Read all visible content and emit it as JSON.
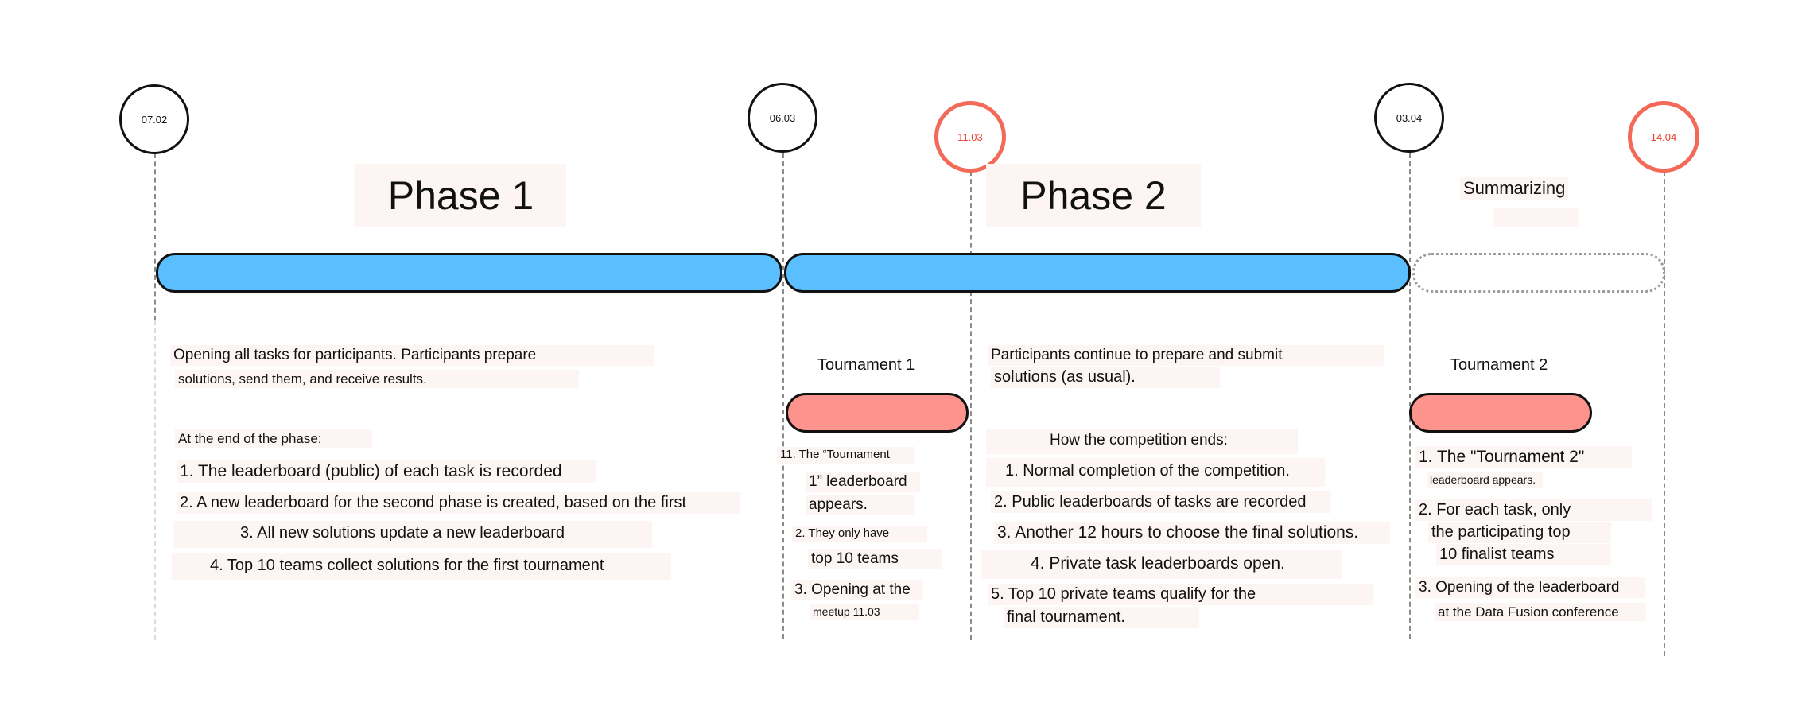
{
  "milestones": {
    "d0702": "07.02",
    "d0603": "06.03",
    "d1103": "11.03",
    "d0304": "03.04",
    "d1404": "14.04"
  },
  "phases": {
    "phase1_title": "Phase 1",
    "phase2_title": "Phase 2",
    "summarizing_title": "Summarizing"
  },
  "phase1": {
    "intro_line1": "Opening all tasks for participants. Participants prepare",
    "intro_line2": "solutions, send them, and receive results.",
    "end_heading": "At the end of the phase:",
    "items": [
      "1. The leaderboard (public) of each task is recorded",
      "2. A new leaderboard for the second phase is created, based on the first",
      "3. All new solutions update a new leaderboard",
      "4. Top 10 teams collect solutions for the first tournament"
    ]
  },
  "tournament1": {
    "title": "Tournament 1",
    "item1_line1": "11. The “Tournament",
    "item1_line2": "1” leaderboard",
    "item1_line3": "appears.",
    "item2_line1": "2. They only have",
    "item2_line2": "top 10 teams",
    "item3_line1": "3. Opening at the",
    "item3_line2": "meetup 11.03"
  },
  "phase2": {
    "intro_line1": "Participants continue to prepare and submit",
    "intro_line2": "solutions (as usual).",
    "end_heading": "How the competition ends:",
    "items": [
      "1. Normal completion of the competition.",
      "2. Public leaderboards of tasks are recorded",
      "3. Another 12 hours to choose the final solutions.",
      "4. Private task leaderboards open.",
      "5. Top 10 private teams qualify for the"
    ],
    "item5_line2": "final tournament."
  },
  "tournament2": {
    "title": "Tournament 2",
    "item1_line1": "1. The \"Tournament 2\"",
    "item1_line2": "leaderboard appears.",
    "item2_line1": "2. For each task, only",
    "item2_line2": "the participating top",
    "item2_line3": "10 finalist teams",
    "item3_line1": "3. Opening of the leaderboard",
    "item3_line2": "at the Data Fusion conference"
  },
  "colors": {
    "phase_bar": "#5bbfff",
    "tournament_bar": "#fd938d",
    "milestone_red": "#f36a58",
    "highlight": "#fdf5f3"
  }
}
